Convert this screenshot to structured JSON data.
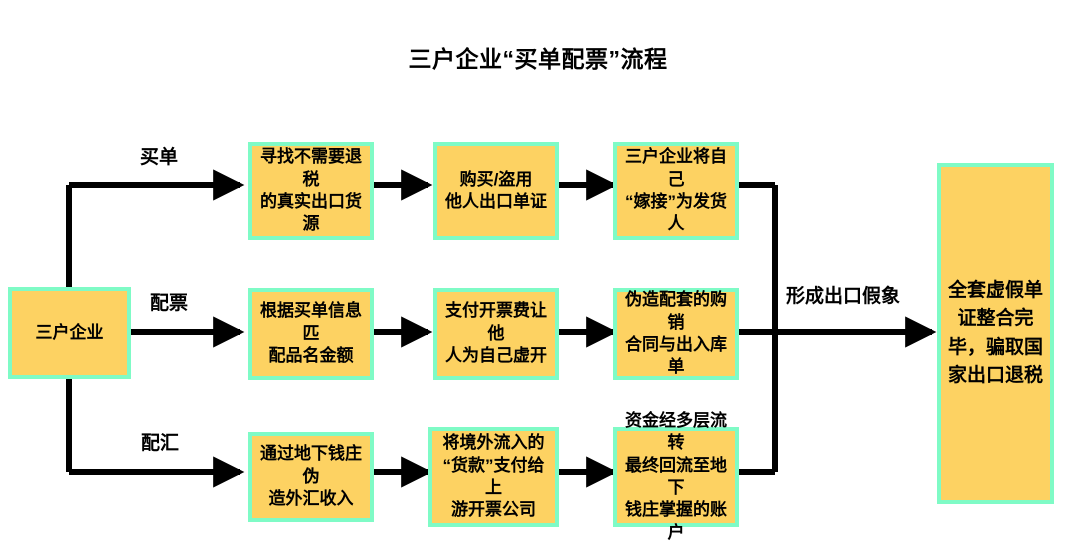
{
  "diagram": {
    "title": "三户企业“买单配票”流程",
    "colors": {
      "node_fill": "#FDD262",
      "node_border": "#7FFBC6",
      "edge": "#000000",
      "text": "#000000",
      "background": "#FFFFFF"
    },
    "source": {
      "label": "三户企业"
    },
    "branch_labels": {
      "row1": "买单",
      "row2": "配票",
      "row3": "配汇"
    },
    "merge_label": "形成出口假象",
    "rows": [
      {
        "name": "买单",
        "steps": [
          "寻找不需要退税\n的真实出口货源",
          "购买/盗用\n他人出口单证",
          "三户企业将自己\n“嫁接”为发货人"
        ]
      },
      {
        "name": "配票",
        "steps": [
          "根据买单信息匹\n配品名金额",
          "支付开票费让他\n人为自己虚开",
          "伪造配套的购销\n合同与出入库单"
        ]
      },
      {
        "name": "配汇",
        "steps": [
          "通过地下钱庄伪\n造外汇收入",
          "将境外流入的\n“货款”支付给上\n游开票公司",
          "资金经多层流转\n最终回流至地下\n钱庄掌握的账户"
        ]
      }
    ],
    "outcome": {
      "label": "全套虚假单\n证整合完\n毕，骗取国\n家出口退税"
    }
  }
}
